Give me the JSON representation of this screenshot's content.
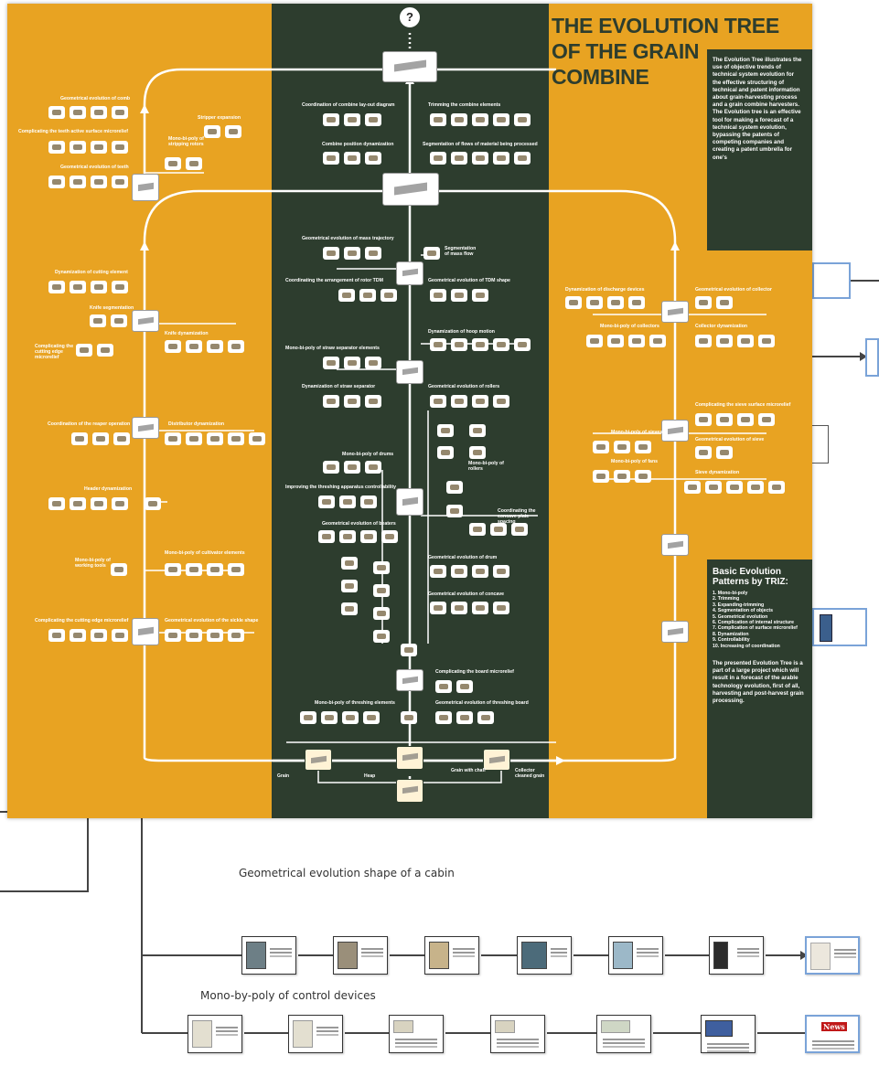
{
  "poster": {
    "title_lines": [
      "THE EVOLUTION TREE",
      "OF THE GRAIN",
      "COMBINE"
    ],
    "question_mark": "?",
    "intro_text": "The Evolution Tree illustrates the use of objective trends of technical system evolution for the effective structuring of technical and patent information about grain-harvesting process and a grain combine harvesters. The Evolution tree is an effective tool for making a forecast of a technical system evolution, bypassing the patents of competing companies and creating a patent umbrella for one's",
    "patterns_title": "Basic Evolution Patterns by TRIZ:",
    "patterns": [
      "1. Mono-bi-poly",
      "2. Trimming",
      "3. Expanding-trimming",
      "4. Segmentation of objects",
      "5. Geometrical evolution",
      "6. Complication of internal structure",
      "7. Complication of surface microrelief",
      "8. Dynamization",
      "9. Controllability",
      "10. Increasing of coordination"
    ],
    "outro_text": "The presented Evolution Tree is a part of a large project which will result in a forecast of the arable technology evolution, first of all, harvesting and post-harvest grain processing.",
    "left_labels": [
      "Geometrical evolution of comb",
      "Complicating the teeth active surface microrelief",
      "Geometrical evolution of teeth",
      "Stripper expansion",
      "Mono-bi-poly of stripping rotors",
      "Dynamization of cutting element",
      "Knife segmentation",
      "Complicating the cutting edge microrelief",
      "Knife dynamization",
      "Coordination of the reaper operation",
      "Distributor dynamization",
      "Header dynamization",
      "Mono-bi-poly of working tools",
      "Mono-bi-poly of cultivator elements",
      "Complicating the cutting edge microrelief",
      "Geometrical evolution of the sickle shape"
    ],
    "center_labels": [
      "Coordination of combine lay-out diagram",
      "Trimming the combine elements",
      "Combine position dynamization",
      "Segmentation of flows of material being processed",
      "Geometrical evolution of mass trajectory",
      "Segmentation of mass flow",
      "Coordinating the arrangement of rotor TDM",
      "Geometrical evolution of TDM shape",
      "Dynamization of hoop motion",
      "Mono-bi-poly of straw separator elements",
      "Dynamization of straw separator",
      "Geometrical evolution of rollers",
      "Mono-bi-poly of drums",
      "Mono-bi-poly of rollers",
      "Improving the threshing apparatus controllability",
      "Coordinating the concave plate spacing",
      "Geometrical evolution of beaters",
      "Geometrical evolution of drum",
      "Geometrical evolution of concave",
      "Complicating the board microrelief",
      "Mono-bi-poly of threshing elements",
      "Geometrical evolution of threshing board"
    ],
    "right_labels": [
      "Dynamization of discharge devices",
      "Geometrical evolution of collector",
      "Mono-bi-poly of collectors",
      "Collector dynamization",
      "Complicating the sieve surface microrelief",
      "Mono-bi-poly of sieves",
      "Geometrical evolution of sieve",
      "Mono-bi-poly of fans",
      "Sieve dynamization"
    ],
    "bottom_labels": [
      "Grain",
      "Heap",
      "Grain with chaff",
      "Collector cleaned grain"
    ]
  },
  "flows": [
    {
      "title": "Geometrical evolution shape of a cabin"
    },
    {
      "title": "Mono-by-poly of control devices"
    }
  ],
  "news_label": "News",
  "colors": {
    "orange": "#e8a322",
    "dark_green": "#2d3d2e",
    "white": "#ffffff",
    "blue_border": "#7aa3d8"
  }
}
